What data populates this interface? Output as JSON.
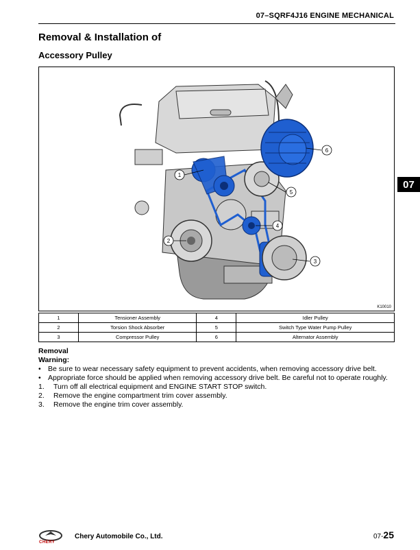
{
  "header": {
    "title": "07–SQRF4J16 ENGINE MECHANICAL"
  },
  "section": {
    "title": "Removal & Installation of",
    "subtitle": "Accessory Pulley"
  },
  "chapter_tab": "07",
  "figure": {
    "code": "K10010",
    "callouts": [
      "1",
      "2",
      "3",
      "4",
      "5",
      "6"
    ],
    "colors": {
      "highlight": "#1f5fd0",
      "engine": "#c8c8c8",
      "outline": "#333333"
    }
  },
  "legend": [
    {
      "n1": "1",
      "l1": "Tensioner Assembly",
      "n2": "4",
      "l2": "Idler Pulley"
    },
    {
      "n1": "2",
      "l1": "Torsion Shock Absorber",
      "n2": "5",
      "l2": "Switch Type Water Pump Pulley"
    },
    {
      "n1": "3",
      "l1": "Compressor Pulley",
      "n2": "6",
      "l2": "Alternator Assembly"
    }
  ],
  "removal": {
    "heading": "Removal",
    "warning_label": "Warning:",
    "bullets": [
      "Be sure to wear necessary safety equipment to prevent accidents, when removing accessory drive belt.",
      "Appropriate force should be applied when removing accessory drive belt. Be careful not to operate roughly."
    ],
    "steps": [
      {
        "n": "1.",
        "text": "Turn off all electrical equipment and ENGINE START STOP switch."
      },
      {
        "n": "2.",
        "text": "Remove the engine compartment trim cover assembly."
      },
      {
        "n": "3.",
        "text": "Remove the engine trim cover assembly."
      }
    ]
  },
  "footer": {
    "company": "Chery Automobile Co., Ltd.",
    "page_prefix": "07-",
    "page_num": "25",
    "logo_text": "CHERY"
  }
}
